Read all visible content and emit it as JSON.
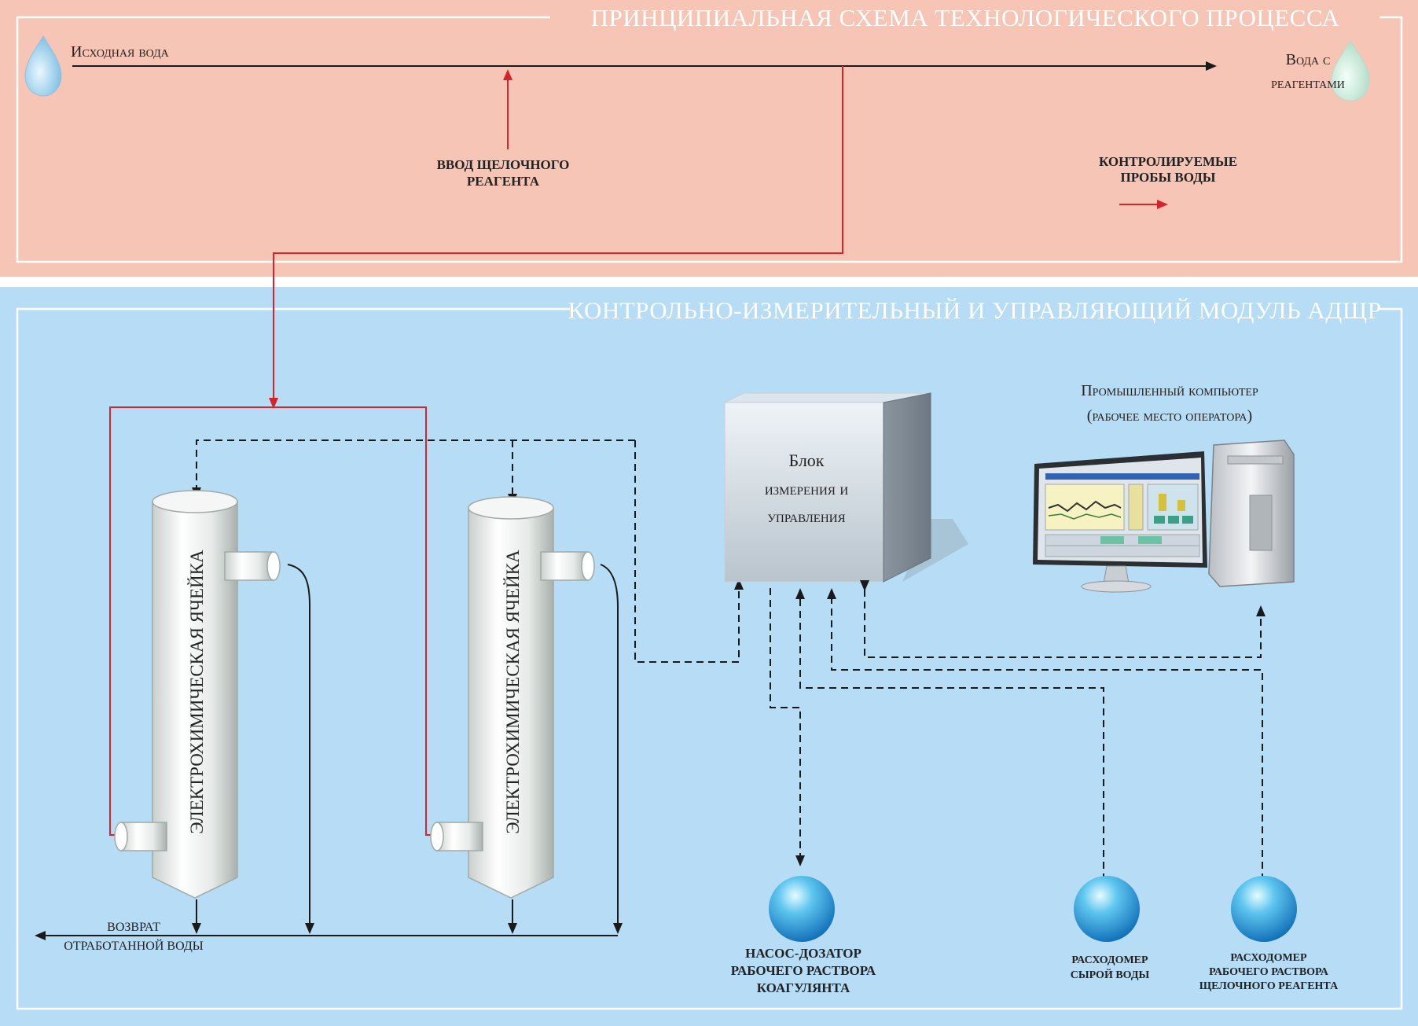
{
  "upper": {
    "title": "ПРИНЦИПИАЛЬНАЯ СХЕМА ТЕХНОЛОГИЧЕСКОГО ПРОЦЕССА",
    "source_water": "Исходная вода",
    "output_water_line1": "Вода с",
    "output_water_line2": "реагентами",
    "alkali_input_line1": "ВВОД ЩЕЛОЧНОГО",
    "alkali_input_line2": "РЕАГЕНТА",
    "legend_line1": "КОНТРОЛИРУЕМЫЕ",
    "legend_line2": "ПРОБЫ ВОДЫ"
  },
  "lower": {
    "title": "КОНТРОЛЬНО-ИЗМЕРИТЕЛЬНЫЙ И УПРАВЛЯЮЩИЙ МОДУЛЬ АДЩР",
    "cell1_label": "ЭЛЕКТРОХИМИЧЕСКАЯ ЯЧЕЙКА",
    "cell2_label": "ЭЛЕКТРОХИМИЧЕСКАЯ ЯЧЕЙКА",
    "return_line1": "ВОЗВРАТ",
    "return_line2": "ОТРАБОТАННОЙ ВОДЫ",
    "block_line1": "Блок",
    "block_line2": "измерения и",
    "block_line3": "управления",
    "computer_line1": "Промышленный компьютер",
    "computer_line2": "(рабочее место оператора)",
    "pump_line1": "НАСОС-ДОЗАТОР",
    "pump_line2": "РАБОЧЕГО РАСТВОРА",
    "pump_line3": "КОАГУЛЯНТА",
    "flow1_line1": "РАСХОДОМЕР",
    "flow1_line2": "СЫРОЙ ВОДЫ",
    "flow2_line1": "РАСХОДОМЕР",
    "flow2_line2": "РАБОЧЕГО РАСТВОРА",
    "flow2_line3": "ЩЕЛОЧНОГО РЕАГЕНТА"
  },
  "colors": {
    "upper_bg": "#f6c5b5",
    "lower_bg": "#b7dcf5",
    "sample_line": "#d8232a",
    "signal_line": "#1a1a1a"
  }
}
